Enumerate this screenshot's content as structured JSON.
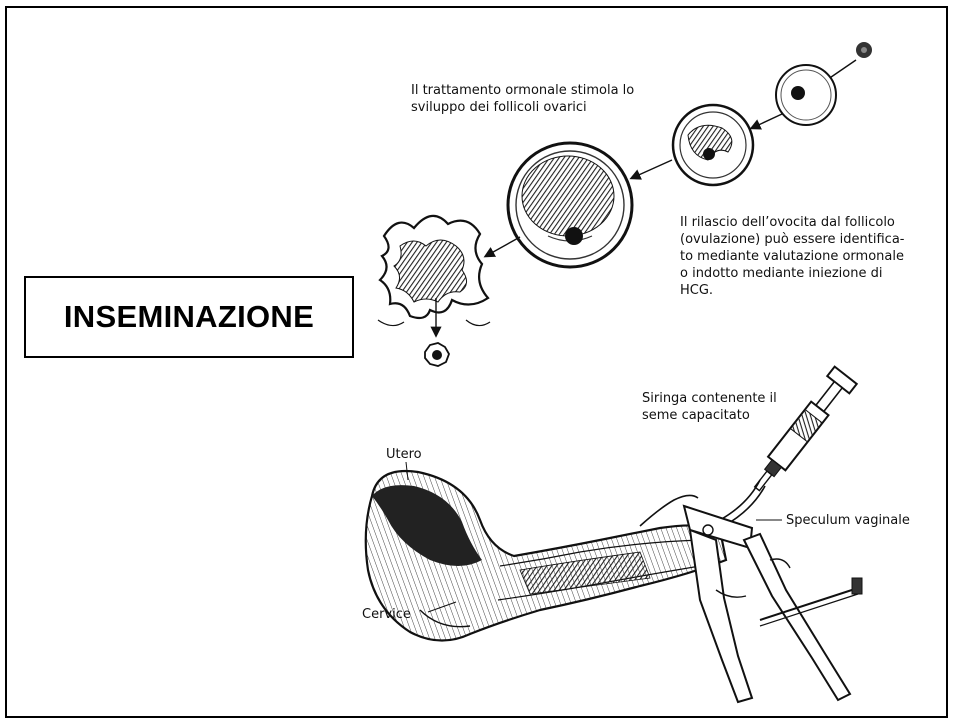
{
  "title": "INSEMINAZIONE",
  "captions": {
    "hormonal_treatment": "Il trattamento ormonale stimola lo\nsviluppo dei follicoli ovarici",
    "ovulation": "Il rilascio dell’ovocita dal follicolo\n(ovulazione) può essere identifica-\nto mediante valutazione ormonale\no indotto mediante iniezione di\nHCG.",
    "syringe": "Siringa contenente il\nseme capacitato",
    "uterus": "Utero",
    "speculum": "Speculum vaginale",
    "cervix": "Cervice"
  }
}
